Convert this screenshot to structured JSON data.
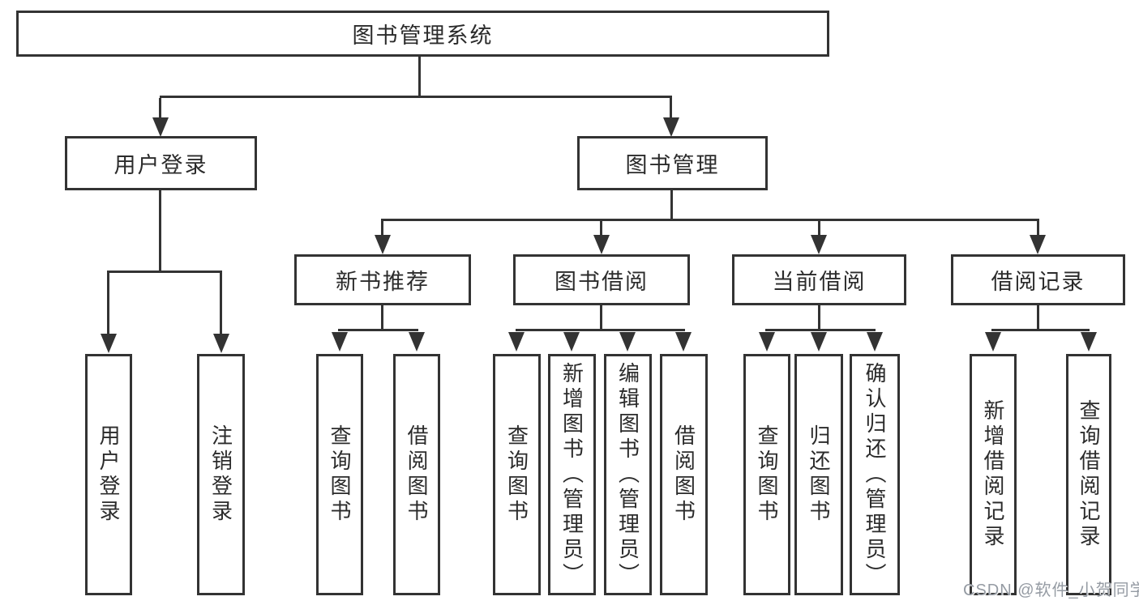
{
  "tree": {
    "label": "图书管理系统",
    "children": [
      {
        "label": "用户登录",
        "children": [
          {
            "label": "用户登录"
          },
          {
            "label": "注销登录"
          }
        ]
      },
      {
        "label": "图书管理",
        "children": [
          {
            "label": "新书推荐",
            "children": [
              {
                "label": "查询图书"
              },
              {
                "label": "借阅图书"
              }
            ]
          },
          {
            "label": "图书借阅",
            "children": [
              {
                "label": "查询图书"
              },
              {
                "label": "新增图书（管理员）"
              },
              {
                "label": "编辑图书（管理员）"
              },
              {
                "label": "借阅图书"
              }
            ]
          },
          {
            "label": "当前借阅",
            "children": [
              {
                "label": "查询图书"
              },
              {
                "label": "归还图书"
              },
              {
                "label": "确认归还（管理员）"
              }
            ]
          },
          {
            "label": "借阅记录",
            "children": [
              {
                "label": "新增借阅记录"
              },
              {
                "label": "查询借阅记录"
              }
            ]
          }
        ]
      }
    ]
  },
  "watermark": "CSDN @软件_小贺同学",
  "colors": {
    "line": "#333333",
    "text": "#2b2b2b",
    "watermark": "#959ba3",
    "background": "#ffffff"
  }
}
